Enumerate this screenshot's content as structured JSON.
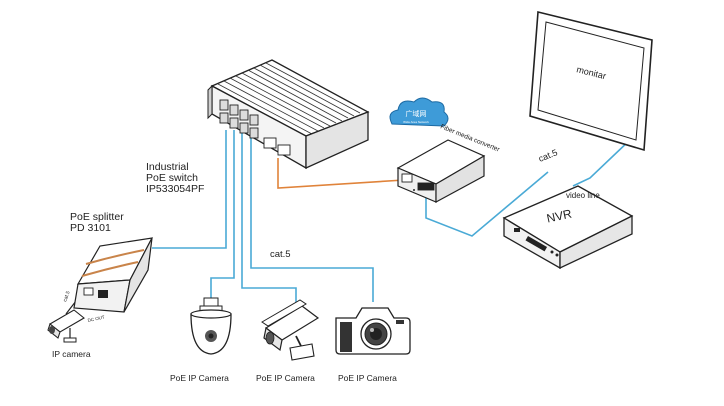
{
  "switch": {
    "label_line1": "Industrial",
    "label_line2": "PoE switch",
    "label_line3": "IP533054PF"
  },
  "splitter": {
    "label_line1": "PoE splitter",
    "label_line2": "PD 3101",
    "port_label_lan": "cat.5",
    "port_label_dc": "DC OUT"
  },
  "ip_camera": {
    "label": "IP camera"
  },
  "cloud": {
    "label_cn": "广域网",
    "label_en": "Wide Area Network"
  },
  "converter": {
    "label": "Fiber media converter"
  },
  "monitor": {
    "label": "monitar"
  },
  "nvr": {
    "label": "NVR"
  },
  "links": {
    "cat5_top": "cat.5",
    "video_line": "video line",
    "cat5_cameras": "cat.5"
  },
  "cameras": [
    {
      "label": "PoE IP Camera"
    },
    {
      "label": "PoE IP Camera"
    },
    {
      "label": "PoE IP Camera"
    }
  ],
  "colors": {
    "cable_blue": "#4aaad6",
    "cable_orange": "#e0833a",
    "splitter_stripe": "#c9844a",
    "outline": "#222222"
  }
}
